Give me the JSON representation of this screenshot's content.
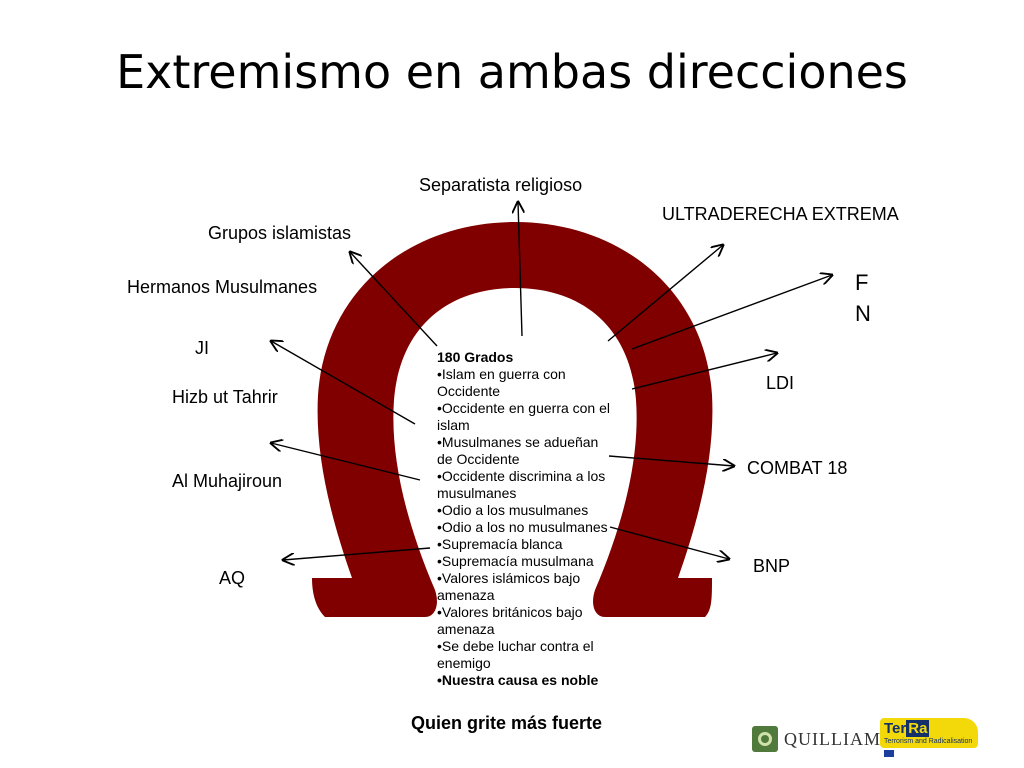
{
  "title": "Extremismo en ambas direcciones",
  "left_labels": {
    "grupos_islamistas": "Grupos islamistas",
    "hermanos_musulmanes": "Hermanos Musulmanes",
    "ji": "JI",
    "hizb_ut_tahrir": "Hizb ut Tahrir",
    "al_muhajiroun": "Al Muhajiroun",
    "aq": "AQ"
  },
  "top_label": "Separatista religioso",
  "right_labels": {
    "ultraderecha": "ULTRADERECHA EXTREMA",
    "fn_f": "F",
    "fn_n": "N",
    "ldi": "LDI",
    "combat18": "COMBAT 18",
    "bnp": "BNP"
  },
  "center": {
    "heading": "180 Grados",
    "items": [
      "Islam en guerra con Occidente",
      "Occidente en guerra con el islam",
      "Musulmanes se adueñan de Occidente",
      "Occidente discrimina a los musulmanes",
      "Odio a los musulmanes",
      "Odio a los no musulmanes",
      "Supremacía blanca",
      "Supremacía musulmana",
      "Valores islámicos bajo amenaza",
      "Valores británicos bajo amenaza",
      "Se debe luchar contra el enemigo",
      "Nuestra causa es noble"
    ]
  },
  "footer": "Quien grite más fuerte",
  "logos": {
    "quilliam": "QUILLIAM",
    "terra_name_a": "Ter",
    "terra_name_b": "Ra",
    "terra_sub": "Terrorism and Radicalisation"
  },
  "colors": {
    "omega": "#800000"
  }
}
